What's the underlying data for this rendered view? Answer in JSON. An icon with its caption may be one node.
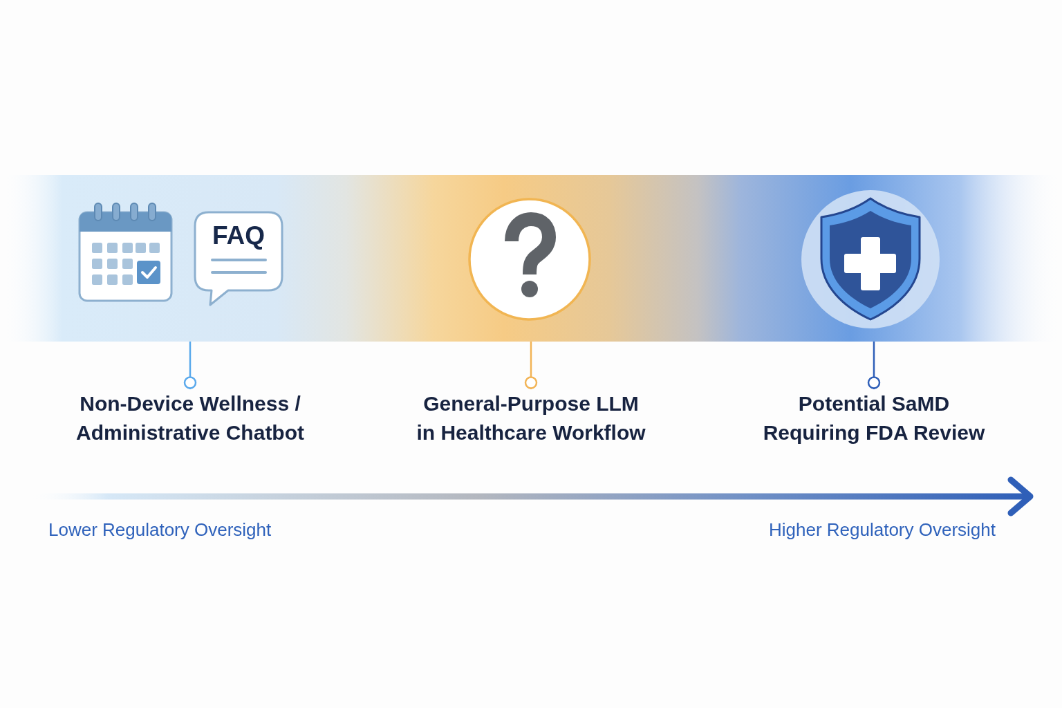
{
  "diagram": {
    "nodes": [
      {
        "text": [],
        "shape": "band"
      },
      {
        "text": [
          "FAQ"
        ],
        "in": 0
      },
      {
        "text": [],
        "shape": "band"
      },
      {
        "text": [],
        "shape": "band"
      },
      {
        "text": [
          "Non-Device Wellness / Administrative Chatbot"
        ]
      },
      {
        "text": [
          "General-Purpose LLM in Healthcare Workflow"
        ]
      },
      {
        "text": [
          "Potential SaMD Requiring FDA Review"
        ]
      }
    ],
    "edges": [
      {
        "from": 4,
        "to": 0,
        "arrow": "other",
        "color": "#5aa9ec"
      },
      {
        "from": 5,
        "to": 2,
        "arrow": "other",
        "color": "#f2b456"
      },
      {
        "from": 6,
        "to": 3,
        "arrow": "other",
        "color": "#2f5fb8"
      }
    ],
    "labels": [
      "Lower Regulatory Oversight",
      "Higher Regulatory Oversight"
    ]
  }
}
